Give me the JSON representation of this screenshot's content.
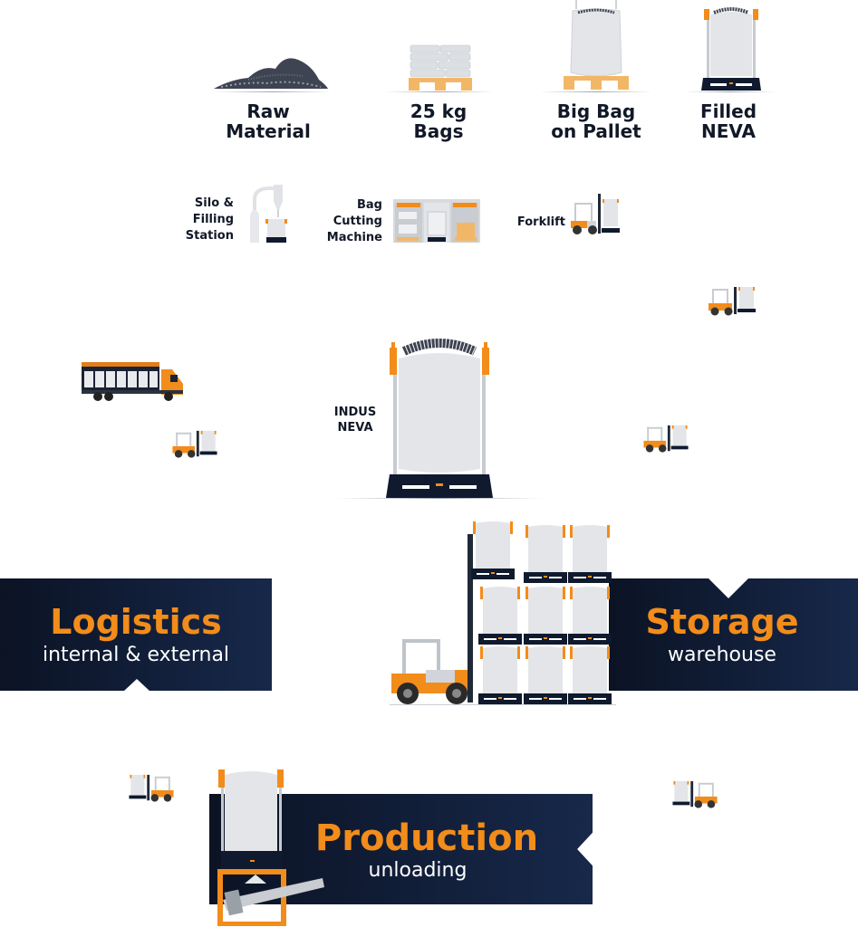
{
  "colors": {
    "accent_orange": "#f28c1a",
    "banner_dark": "#0b1324",
    "banner_blue": "#17284a",
    "label_text": "#111827",
    "bag_grey": "#e5e7eb",
    "pallet_wood": "#f2b766"
  },
  "top_row": [
    {
      "icon": "raw-material-pile-icon",
      "label_line1": "Raw",
      "label_line2": "Material"
    },
    {
      "icon": "bags-on-pallet-icon",
      "label_line1": "25 kg",
      "label_line2": "Bags"
    },
    {
      "icon": "big-bag-on-pallet-icon",
      "label_line1": "Big Bag",
      "label_line2": "on Pallet"
    },
    {
      "icon": "filled-neva-icon",
      "label_line1": "Filled",
      "label_line2": "NEVA"
    }
  ],
  "stations": [
    {
      "icon": "silo-filling-station-icon",
      "label_lines": [
        "Silo &",
        "Filling",
        "Station"
      ]
    },
    {
      "icon": "bag-cutting-machine-icon",
      "label_lines": [
        "Bag",
        "Cutting",
        "Machine"
      ]
    },
    {
      "icon": "forklift-icon",
      "label_lines": [
        "Forklift"
      ]
    }
  ],
  "center": {
    "label_line1": "INDUS",
    "label_line2": "NEVA"
  },
  "banners": {
    "logistics": {
      "title": "Logistics",
      "subtitle": "internal & external"
    },
    "storage": {
      "title": "Storage",
      "subtitle": "warehouse"
    },
    "production": {
      "title": "Production",
      "subtitle": "unloading"
    }
  },
  "decorations": [
    "truck-icon",
    "forklift-icon",
    "forklift-icon",
    "forklift-icon",
    "forklift-icon",
    "forklift-icon",
    "forklift-stacking-icon",
    "neva-stack-icon",
    "unloading-station-icon"
  ]
}
